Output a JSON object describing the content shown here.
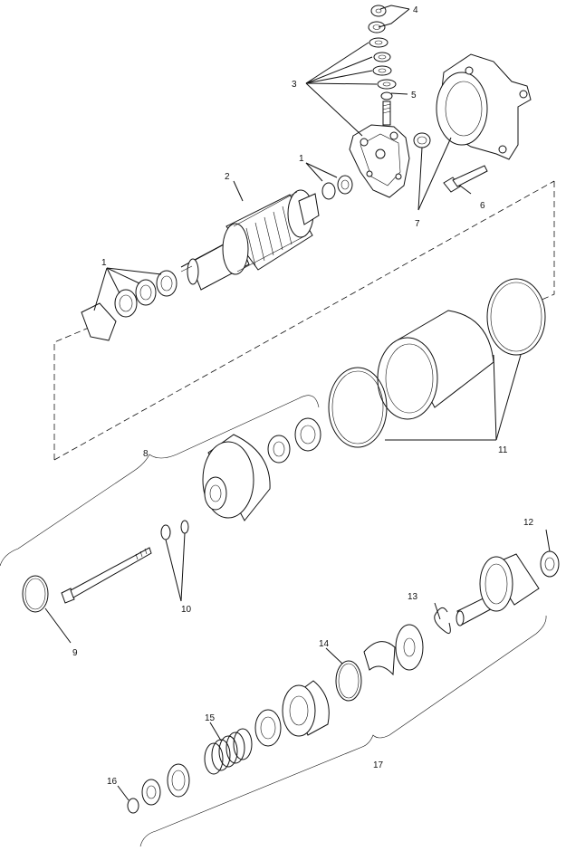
{
  "callouts": {
    "c1a": "1",
    "c1b": "1",
    "c2": "2",
    "c3": "3",
    "c4": "4",
    "c5": "5",
    "c6": "6",
    "c7": "7",
    "c8": "8",
    "c9": "9",
    "c10": "10",
    "c11": "11",
    "c12": "12",
    "c13": "13",
    "c14": "14",
    "c15": "15",
    "c16": "16",
    "c17": "17"
  }
}
